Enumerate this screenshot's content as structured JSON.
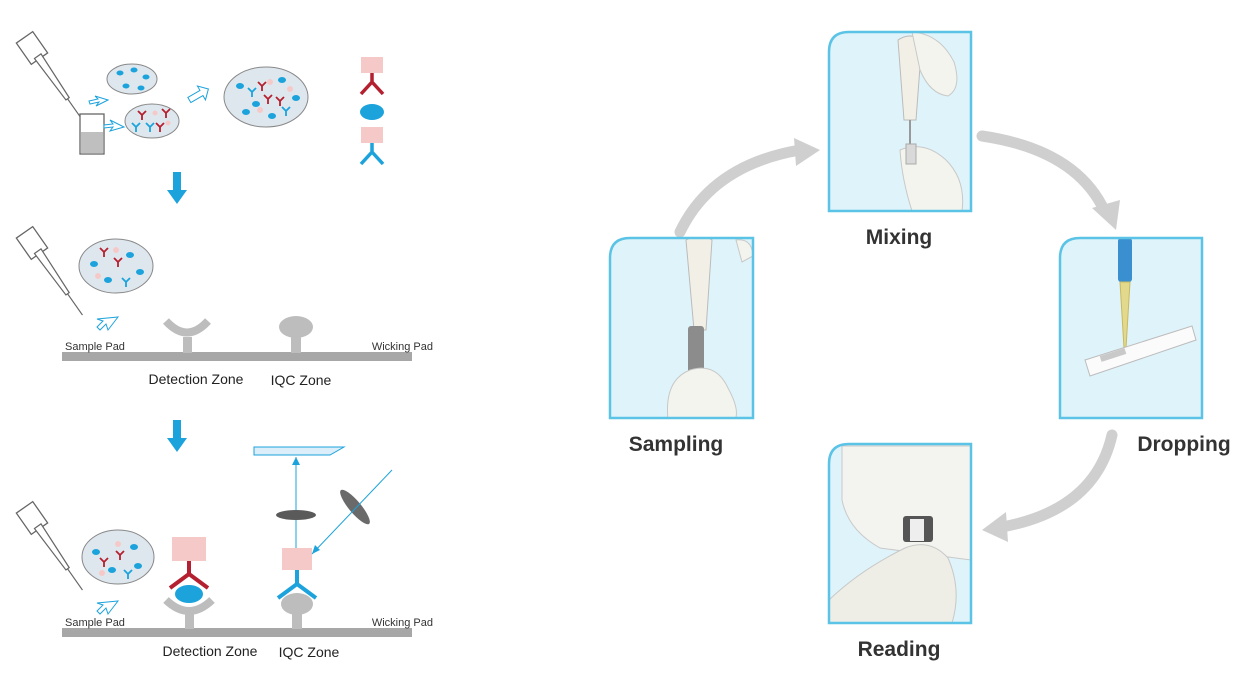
{
  "left": {
    "panel2": {
      "sample_pad": "Sample Pad",
      "wicking_pad": "Wicking Pad",
      "detection_zone": "Detection Zone",
      "iqc_zone": "IQC Zone"
    },
    "panel3": {
      "sample_pad": "Sample Pad",
      "wicking_pad": "Wicking Pad",
      "detection_zone": "Detection Zone",
      "iqc_zone": "IQC Zone"
    }
  },
  "right": {
    "steps": {
      "sampling": "Sampling",
      "mixing": "Mixing",
      "dropping": "Dropping",
      "reading": "Reading"
    }
  },
  "colors": {
    "accent_blue": "#1ca3dc",
    "antibody_red": "#b42030",
    "pink": "#f6c9c9",
    "strip_gray": "#a7a7a7",
    "card_border": "#5bc3e6",
    "card_fill": "#dff3fa",
    "cycle_arrow": "#cfcfcf"
  }
}
